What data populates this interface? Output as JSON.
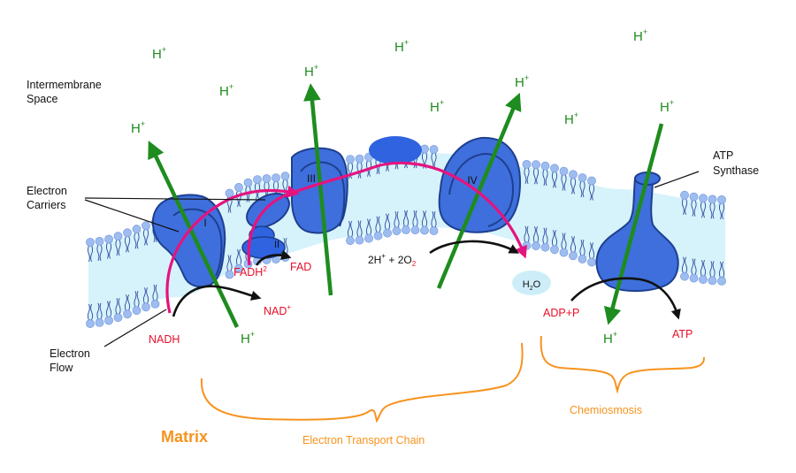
{
  "colors": {
    "proton_green": "#1e8c1e",
    "electron_label_red": "#e8102a",
    "electron_flow_pink": "#e5137f",
    "protein_blue": "#3f6fdc",
    "protein_outline": "#1d3f8f",
    "membrane_fill": "#d6f2fb",
    "lipid_head": "#9dbdf0",
    "brace_orange": "#f7931e",
    "matrix_orange": "#f7931e",
    "water_fill": "#cdeef8"
  },
  "regions": {
    "intermembrane_line1": "Intermembrane",
    "intermembrane_line2": "Space",
    "matrix": "Matrix"
  },
  "callouts": {
    "electron_carriers_line1": "Electron",
    "electron_carriers_line2": "Carriers",
    "electron_flow_line1": "Electron",
    "electron_flow_line2": "Flow",
    "atp_synthase_line1": "ATP",
    "atp_synthase_line2": "Synthase"
  },
  "complexes": {
    "complex_1": "I",
    "complex_2": "II",
    "complex_3": "III",
    "complex_4": "IV"
  },
  "proton": {
    "base": "H",
    "charge": "+"
  },
  "molecules": {
    "nadh": "NADH",
    "nad_base": "NAD",
    "nad_charge": "+",
    "fadh_base": "FADH",
    "fadh_sub": "2",
    "fad": "FAD",
    "oxygen_reaction_part1": "2H",
    "oxygen_reaction_charge": "+",
    "oxygen_reaction_part2": " + 2O",
    "oxygen_reaction_sub": "2",
    "water_h": "H",
    "water_sub": "2",
    "water_o": "O",
    "adp": "ADP+P",
    "atp": "ATP"
  },
  "braces": {
    "etc": "Electron Transport Chain",
    "chemiosmosis": "Chemiosmosis"
  }
}
